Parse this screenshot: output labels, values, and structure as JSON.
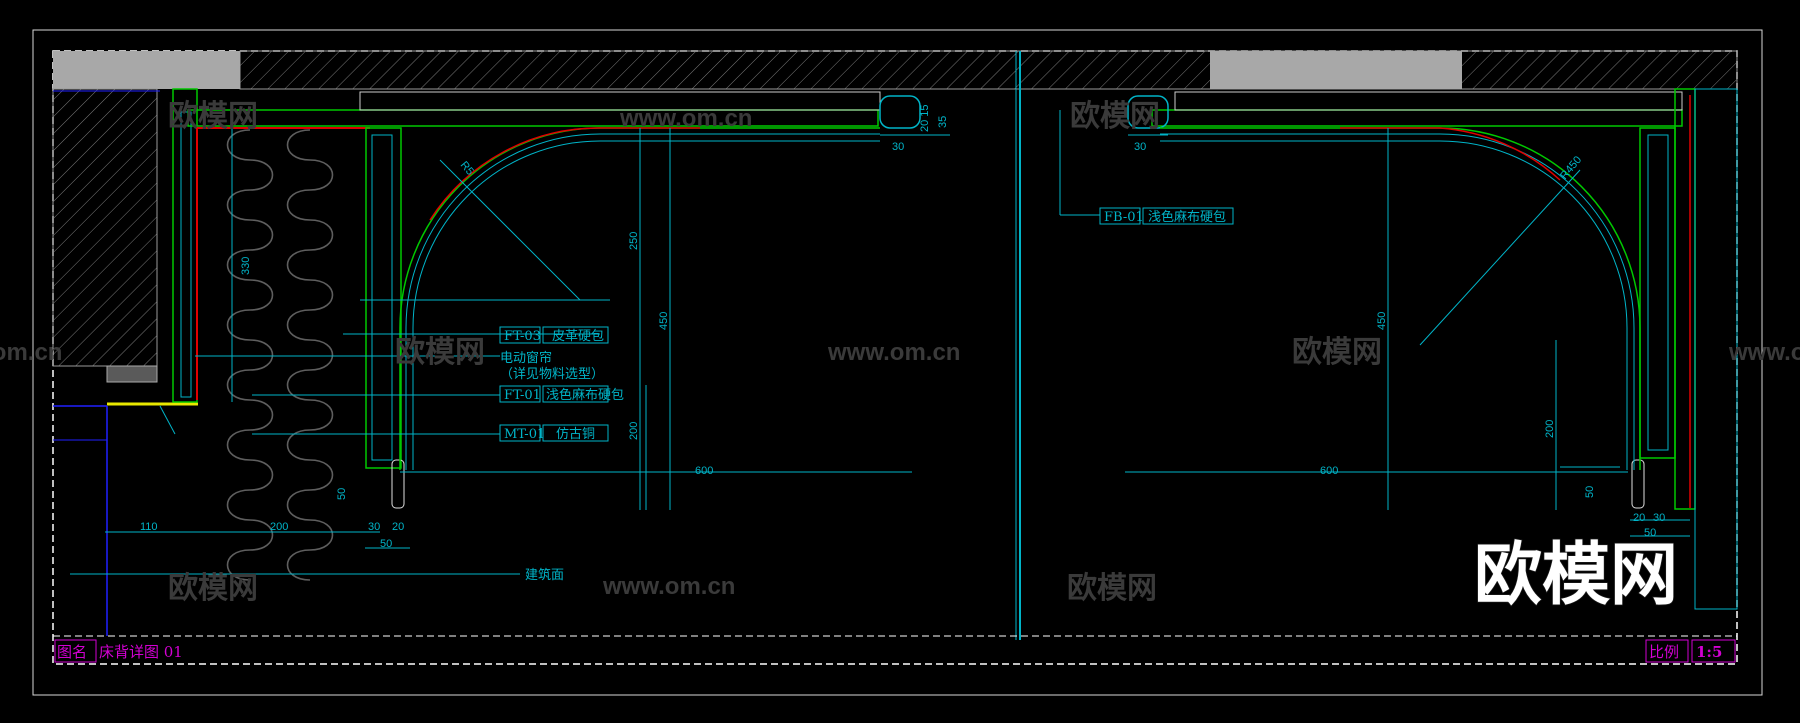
{
  "drawing": {
    "name_label": "图名",
    "name_value": "床背详图 01",
    "scale_label": "比例",
    "scale_value": "1:5"
  },
  "callouts": {
    "ft03_code": "FT-03",
    "ft03_text": "皮革硬包",
    "curtain_line1": "电动窗帘",
    "curtain_line2": "（详见物料选型）",
    "ft01_code": "FT-01",
    "ft01_text": "浅色麻布硬包",
    "mt01_code": "MT-01",
    "mt01_text": "仿古铜",
    "fb01_code": "FB-01",
    "fb01_text": "浅色麻布硬包",
    "wall_text": "建筑面"
  },
  "dimensions": {
    "d330": "330",
    "d250": "250",
    "d450_left": "450",
    "d200_left": "200",
    "d600_left": "600",
    "d110": "110",
    "d200_bottom": "200",
    "d30_bottom": "30",
    "d20_bottom": "20",
    "d50_bottom": "50",
    "d30_top_left": "30",
    "d30_top_right": "30",
    "d35": "35",
    "d20_15": "20 15",
    "d50_left": "50",
    "d450_right": "450",
    "d600_right": "600",
    "d200_right": "200",
    "d50_right": "50",
    "d20_right": "20",
    "d30_right": "30",
    "d50_right_bottom": "50",
    "r_left": "R5",
    "r_right": "R450"
  },
  "watermarks": {
    "brand": "欧模网",
    "url": "www.om.cn"
  },
  "colors": {
    "background": "#000000",
    "frame": "#ffffff",
    "dimension": "#00b4c8",
    "green_layer": "#00c800",
    "red_layer": "#e00000",
    "title_magenta": "#d200d2",
    "hatch_gray": "#a0a0a0",
    "blue_line": "#2020ff",
    "yellow_line": "#e8e800"
  }
}
